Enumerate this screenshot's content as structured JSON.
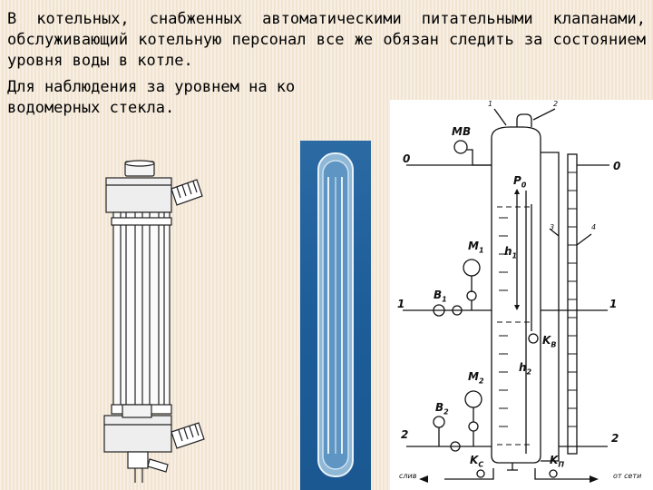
{
  "slide": {
    "paragraph1_line1": "В котельных, снабженных автоматическими питательными клапанами, обслуживающий котельную персонал все же обязан следить за состоянием уровня воды в котле.",
    "paragraph2_visible": "Для наблюдения за уровнем на ко",
    "paragraph2_line2": "водомерных стекла."
  },
  "diagram": {
    "labels": {
      "mv": "МВ",
      "n1": "1",
      "n2": "2",
      "n3": "3",
      "n4": "4",
      "level0_left": "0",
      "level0_right": "0",
      "level1_left": "1",
      "level1_right": "1",
      "level2_left": "2",
      "level2_right": "2",
      "p0": "P",
      "p0_sub": "0",
      "h1": "h",
      "h1_sub": "1",
      "h2": "h",
      "h2_sub": "2",
      "m1": "M",
      "m1_sub": "1",
      "m2": "M",
      "m2_sub": "2",
      "b1": "B",
      "b1_sub": "1",
      "b2": "B",
      "b2_sub": "2",
      "kb": "K",
      "kb_sub": "B",
      "kc": "K",
      "kc_sub": "C",
      "kn": "K",
      "kn_sub": "П",
      "slive": "слив",
      "ot_seti": "от сети"
    }
  }
}
